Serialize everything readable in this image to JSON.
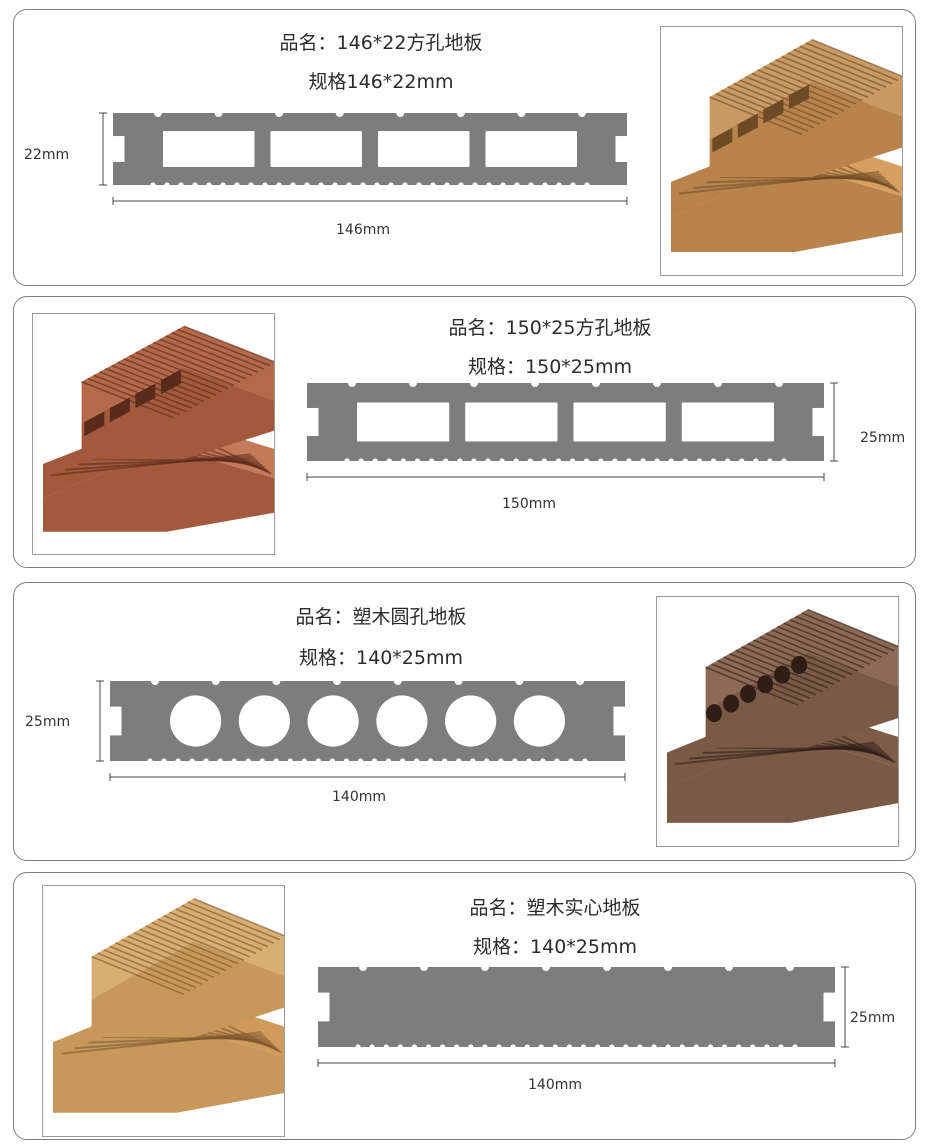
{
  "products": [
    {
      "name_line": "品名：146*22方孔地板",
      "spec_line": "规格146*22mm",
      "width_label": "146mm",
      "height_label": "22mm",
      "hole_type": "square",
      "hole_count": 4,
      "wood_colors": {
        "top": "#c99a63",
        "side": "#b8844c",
        "dark": "#6e4a26",
        "bottom": "#d7a060"
      }
    },
    {
      "name_line": "品名：150*25方孔地板",
      "spec_line": "规格：150*25mm",
      "width_label": "150mm",
      "height_label": "25mm",
      "hole_type": "square",
      "hole_count": 4,
      "wood_colors": {
        "top": "#b46a4a",
        "side": "#a35a3c",
        "dark": "#5a2a1a",
        "bottom": "#c47a58"
      }
    },
    {
      "name_line": "品名：塑木圆孔地板",
      "spec_line": "规格：140*25mm",
      "width_label": "140mm",
      "height_label": "25mm",
      "hole_type": "round",
      "hole_count": 6,
      "wood_colors": {
        "top": "#8c6a55",
        "side": "#7a5a46",
        "dark": "#2e1e16",
        "bottom": "#7d5c48"
      }
    },
    {
      "name_line": "品名：塑木实心地板",
      "spec_line": "规格：140*25mm",
      "width_label": "140mm",
      "height_label": "25mm",
      "hole_type": "none",
      "hole_count": 0,
      "wood_colors": {
        "top": "#d9ae72",
        "side": "#c7985a",
        "dark": "#7a5530",
        "bottom": "#cf9a5a"
      }
    }
  ],
  "colors": {
    "profile_fill": "#7d7d7d",
    "card_border": "#7f7f7f",
    "dimension_line": "#444444"
  }
}
